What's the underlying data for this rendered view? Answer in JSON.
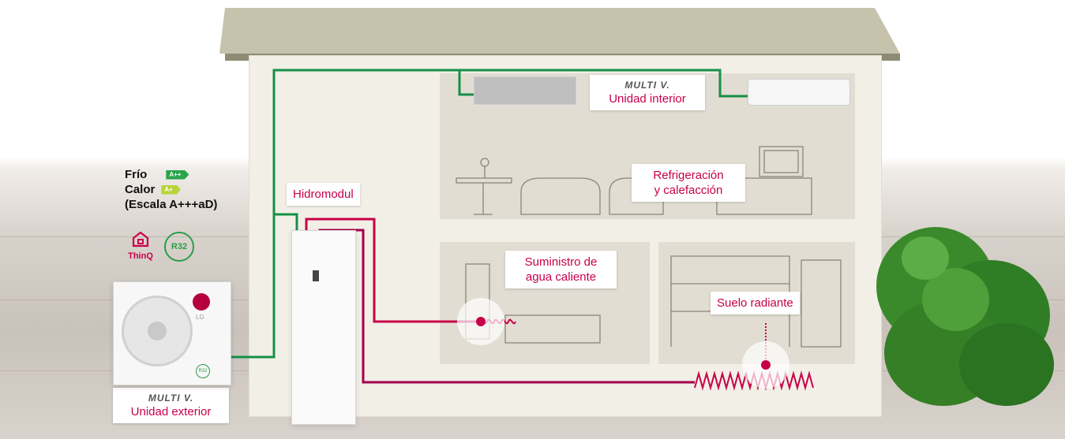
{
  "labels": {
    "indoor_brand": "MULTI V.",
    "indoor_unit": "Unidad interior",
    "cooling_heating_line1": "Refrigeración",
    "cooling_heating_line2": "y calefacción",
    "hydromodul": "Hidromodul",
    "hot_water_line1": "Suministro de",
    "hot_water_line2": "agua caliente",
    "floor_heating": "Suelo radiante",
    "outdoor_brand": "MULTI V.",
    "outdoor_unit": "Unidad exterior"
  },
  "energy": {
    "cold_label": "Frío",
    "cold_rating": "A++",
    "heat_label": "Calor",
    "heat_rating": "A+",
    "scale": "(Escala A+++aD)"
  },
  "badges": {
    "thinq": "ThinQ",
    "r32": "R32",
    "brand_logo": "LG"
  },
  "icons": [
    "thinq-home-icon",
    "r32-refrigerant-icon",
    "lg-logo-icon"
  ],
  "colors": {
    "accent_red": "#c8004a",
    "pipe_green": "#159046",
    "pipe_red": "#c8004a",
    "rating_aplusplus": "#2aa44a",
    "rating_aplus": "#b9d43a",
    "tree_green": "#3f8f2e"
  }
}
